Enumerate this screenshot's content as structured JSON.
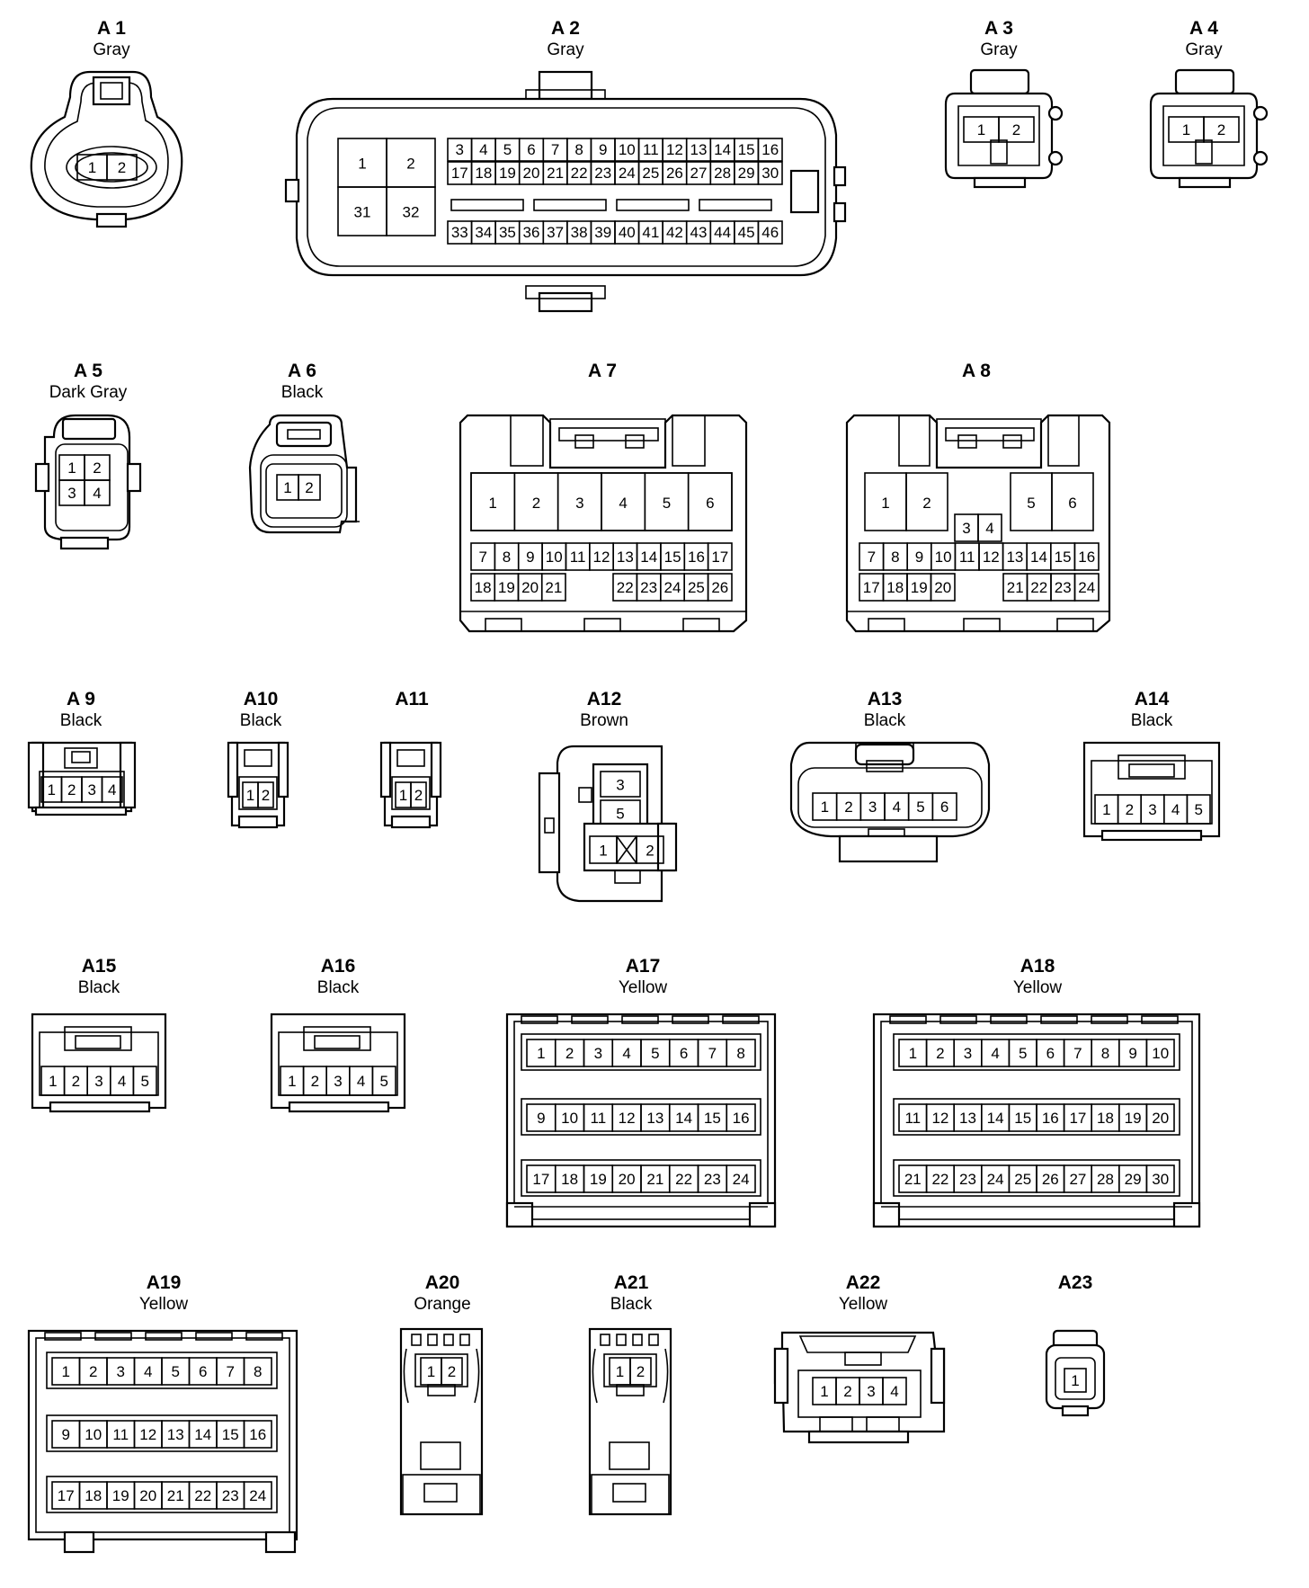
{
  "connectors": [
    {
      "id": "A 1",
      "color": "Gray",
      "pins": [
        "1",
        "2"
      ]
    },
    {
      "id": "A 2",
      "color": "Gray",
      "pins": [
        "1",
        "2",
        "31",
        "32",
        "3",
        "4",
        "5",
        "6",
        "7",
        "8",
        "9",
        "10",
        "11",
        "12",
        "13",
        "14",
        "15",
        "16",
        "17",
        "18",
        "19",
        "20",
        "21",
        "22",
        "23",
        "24",
        "25",
        "26",
        "27",
        "28",
        "29",
        "30",
        "33",
        "34",
        "35",
        "36",
        "37",
        "38",
        "39",
        "40",
        "41",
        "42",
        "43",
        "44",
        "45",
        "46"
      ]
    },
    {
      "id": "A 3",
      "color": "Gray",
      "pins": [
        "1",
        "2"
      ]
    },
    {
      "id": "A 4",
      "color": "Gray",
      "pins": [
        "1",
        "2"
      ]
    },
    {
      "id": "A 5",
      "color": "Dark Gray",
      "pins": [
        "1",
        "2",
        "3",
        "4"
      ]
    },
    {
      "id": "A 6",
      "color": "Black",
      "pins": [
        "1",
        "2"
      ]
    },
    {
      "id": "A 7",
      "color": "",
      "pins": [
        "1",
        "2",
        "3",
        "4",
        "5",
        "6",
        "7",
        "8",
        "9",
        "10",
        "11",
        "12",
        "13",
        "14",
        "15",
        "16",
        "17",
        "18",
        "19",
        "20",
        "21",
        "22",
        "23",
        "24",
        "25",
        "26"
      ]
    },
    {
      "id": "A 8",
      "color": "",
      "pins": [
        "1",
        "2",
        "5",
        "6",
        "3",
        "4",
        "7",
        "8",
        "9",
        "10",
        "11",
        "12",
        "13",
        "14",
        "15",
        "16",
        "17",
        "18",
        "19",
        "20",
        "21",
        "22",
        "23",
        "24"
      ]
    },
    {
      "id": "A 9",
      "color": "Black",
      "pins": [
        "1",
        "2",
        "3",
        "4"
      ]
    },
    {
      "id": "A10",
      "color": "Black",
      "pins": [
        "1",
        "2"
      ]
    },
    {
      "id": "A11",
      "color": "",
      "pins": [
        "1",
        "2"
      ]
    },
    {
      "id": "A12",
      "color": "Brown",
      "pins": [
        "3",
        "5",
        "1",
        "2"
      ]
    },
    {
      "id": "A13",
      "color": "Black",
      "pins": [
        "1",
        "2",
        "3",
        "4",
        "5",
        "6"
      ]
    },
    {
      "id": "A14",
      "color": "Black",
      "pins": [
        "1",
        "2",
        "3",
        "4",
        "5"
      ]
    },
    {
      "id": "A15",
      "color": "Black",
      "pins": [
        "1",
        "2",
        "3",
        "4",
        "5"
      ]
    },
    {
      "id": "A16",
      "color": "Black",
      "pins": [
        "1",
        "2",
        "3",
        "4",
        "5"
      ]
    },
    {
      "id": "A17",
      "color": "Yellow",
      "pins": [
        "1",
        "2",
        "3",
        "4",
        "5",
        "6",
        "7",
        "8",
        "9",
        "10",
        "11",
        "12",
        "13",
        "14",
        "15",
        "16",
        "17",
        "18",
        "19",
        "20",
        "21",
        "22",
        "23",
        "24"
      ]
    },
    {
      "id": "A18",
      "color": "Yellow",
      "pins": [
        "1",
        "2",
        "3",
        "4",
        "5",
        "6",
        "7",
        "8",
        "9",
        "10",
        "11",
        "12",
        "13",
        "14",
        "15",
        "16",
        "17",
        "18",
        "19",
        "20",
        "21",
        "22",
        "23",
        "24",
        "25",
        "26",
        "27",
        "28",
        "29",
        "30"
      ]
    },
    {
      "id": "A19",
      "color": "Yellow",
      "pins": [
        "1",
        "2",
        "3",
        "4",
        "5",
        "6",
        "7",
        "8",
        "9",
        "10",
        "11",
        "12",
        "13",
        "14",
        "15",
        "16",
        "17",
        "18",
        "19",
        "20",
        "21",
        "22",
        "23",
        "24"
      ]
    },
    {
      "id": "A20",
      "color": "Orange",
      "pins": [
        "1",
        "2"
      ]
    },
    {
      "id": "A21",
      "color": "Black",
      "pins": [
        "1",
        "2"
      ]
    },
    {
      "id": "A22",
      "color": "Yellow",
      "pins": [
        "1",
        "2",
        "3",
        "4"
      ]
    },
    {
      "id": "A23",
      "color": "",
      "pins": [
        "1"
      ]
    }
  ]
}
